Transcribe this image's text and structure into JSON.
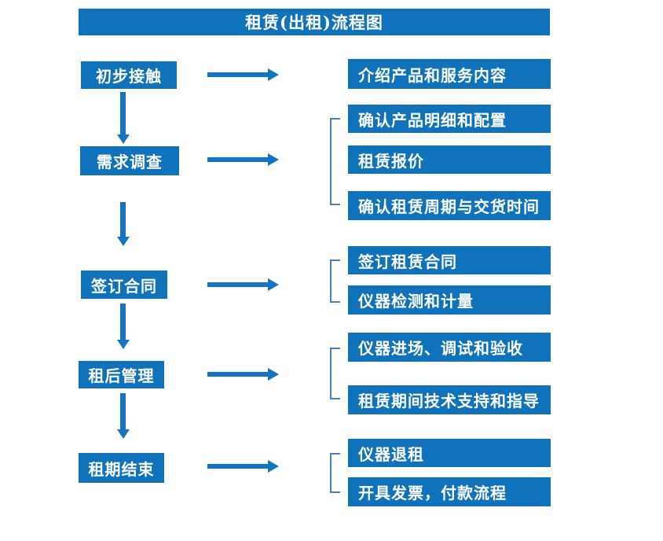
{
  "title": "租赁(出租)流程图",
  "colors": {
    "box_blue": "#1072BB",
    "arrow_blue": "#1274C2",
    "bracket_blue": "#4A7FC1",
    "text_white": "#FFFFFF",
    "background": "#FFFFFF"
  },
  "icons": {
    "right_arrow": "→",
    "down_arrow": "↓",
    "group_bracket": "["
  },
  "flow": {
    "steps": [
      {
        "label": "初步接触",
        "outputs": [
          "介绍产品和服务内容"
        ]
      },
      {
        "label": "需求调查",
        "outputs": [
          "确认产品明细和配置",
          "租赁报价",
          "确认租赁周期与交货时间"
        ]
      },
      {
        "label": "签订合同",
        "outputs": [
          "签订租赁合同",
          "仪器检测和计量"
        ]
      },
      {
        "label": "租后管理",
        "outputs": [
          "仪器进场、调试和验收",
          "租赁期间技术支持和指导"
        ]
      },
      {
        "label": "租期结束",
        "outputs": [
          "仪器退租",
          "开具发票，付款流程"
        ]
      }
    ]
  }
}
